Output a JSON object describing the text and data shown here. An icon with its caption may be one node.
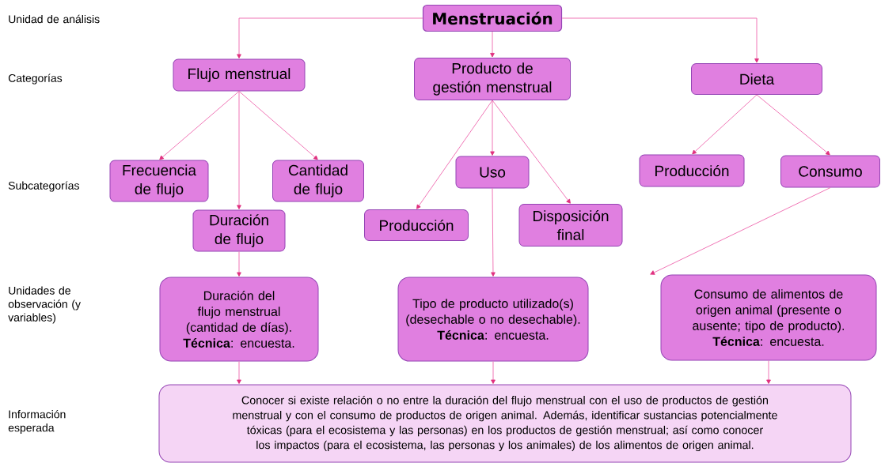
{
  "diagram": {
    "nodes": [
      {
        "text": [
          "Menstruación"
        ]
      },
      {
        "text": [
          "Flujo menstrual"
        ]
      },
      {
        "text": [
          "Producto de gestión menstrual"
        ]
      },
      {
        "text": [
          "Dieta"
        ]
      },
      {
        "text": [
          "Frecuencia de flujo"
        ]
      },
      {
        "text": [
          "Duración de flujo"
        ]
      },
      {
        "text": [
          "Cantidad de flujo"
        ]
      },
      {
        "text": [
          "Uso"
        ]
      },
      {
        "text": [
          "Producción"
        ]
      },
      {
        "text": [
          "Disposición final"
        ]
      },
      {
        "text": [
          "Producción"
        ]
      },
      {
        "text": [
          "Consumo"
        ]
      },
      {
        "text": [
          "Duración del flujo menstrual (cantidad de días).",
          "**Técnica**: encuesta."
        ]
      },
      {
        "text": [
          "Tipo de producto utilizado(s) (desechable o no desechable).",
          "**Técnica**: encuesta."
        ]
      },
      {
        "text": [
          "Consumo de alimentos de origen animal (presente o ausente; tipo de producto).",
          "**Técnica**: encuesta."
        ]
      },
      {
        "text": [
          "Conocer si existe relación o no entre la duración del flujo menstrual con el uso de productos de gestión menstrual y con el consumo de productos de origen animal. Además, identificar sustancias potencialmente tóxicas (para el ecosistema y las personas) en los productos de gestión menstrual; así como conocer los impactos (para el ecosistema, las personas y los animales) de los alimentos de origen animal."
        ]
      }
    ],
    "edges": [
      {
        "from": 0,
        "to": 1,
        "arrow": "to"
      },
      {
        "from": 0,
        "to": 2,
        "arrow": "to"
      },
      {
        "from": 0,
        "to": 3,
        "arrow": "to"
      },
      {
        "from": 1,
        "to": 4,
        "arrow": "to"
      },
      {
        "from": 1,
        "to": 5,
        "arrow": "to"
      },
      {
        "from": 1,
        "to": 6,
        "arrow": "to"
      },
      {
        "from": 2,
        "to": 8,
        "arrow": "to"
      },
      {
        "from": 2,
        "to": 7,
        "arrow": "to"
      },
      {
        "from": 2,
        "to": 9,
        "arrow": "to"
      },
      {
        "from": 3,
        "to": 10,
        "arrow": "to"
      },
      {
        "from": 3,
        "to": 11,
        "arrow": "to"
      },
      {
        "from": 5,
        "to": 12,
        "arrow": "to"
      },
      {
        "from": 7,
        "to": 13,
        "arrow": "to"
      },
      {
        "from": 11,
        "to": 14,
        "arrow": "to"
      },
      {
        "from": 12,
        "to": 15,
        "arrow": "to"
      },
      {
        "from": 13,
        "to": 15,
        "arrow": "to"
      },
      {
        "from": 14,
        "to": 15,
        "arrow": "to"
      }
    ],
    "labels": [
      "Unidad de análisis",
      "Categorías",
      "Subcategorías",
      "Unidades de observación (y variables)",
      "Información esperada"
    ]
  }
}
